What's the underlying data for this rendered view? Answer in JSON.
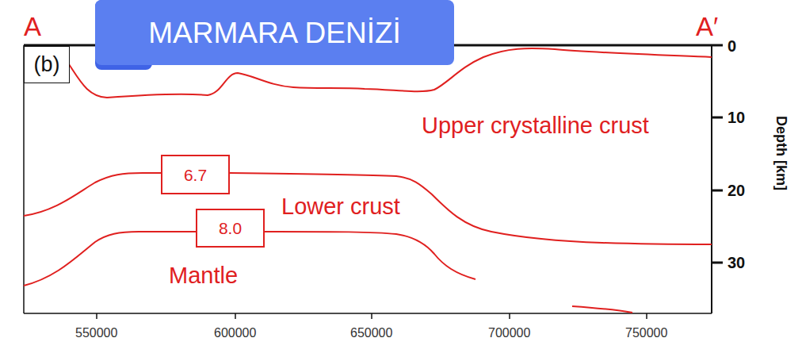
{
  "diagram": {
    "nodes": [
      {
        "text": [
          "MARMARA DENİZİ"
        ]
      },
      {
        "text": [
          "(b)"
        ]
      },
      {
        "text": [
          "6.7"
        ]
      },
      {
        "text": [
          "8.0"
        ]
      }
    ],
    "labels": [
      "A",
      "A′",
      "0",
      "10",
      "20",
      "30",
      "Depth [km]",
      "Upper crystalline crust",
      "Lower crust",
      "Mantle",
      "550000",
      "600000",
      "650000",
      "700000",
      "750000"
    ]
  }
}
